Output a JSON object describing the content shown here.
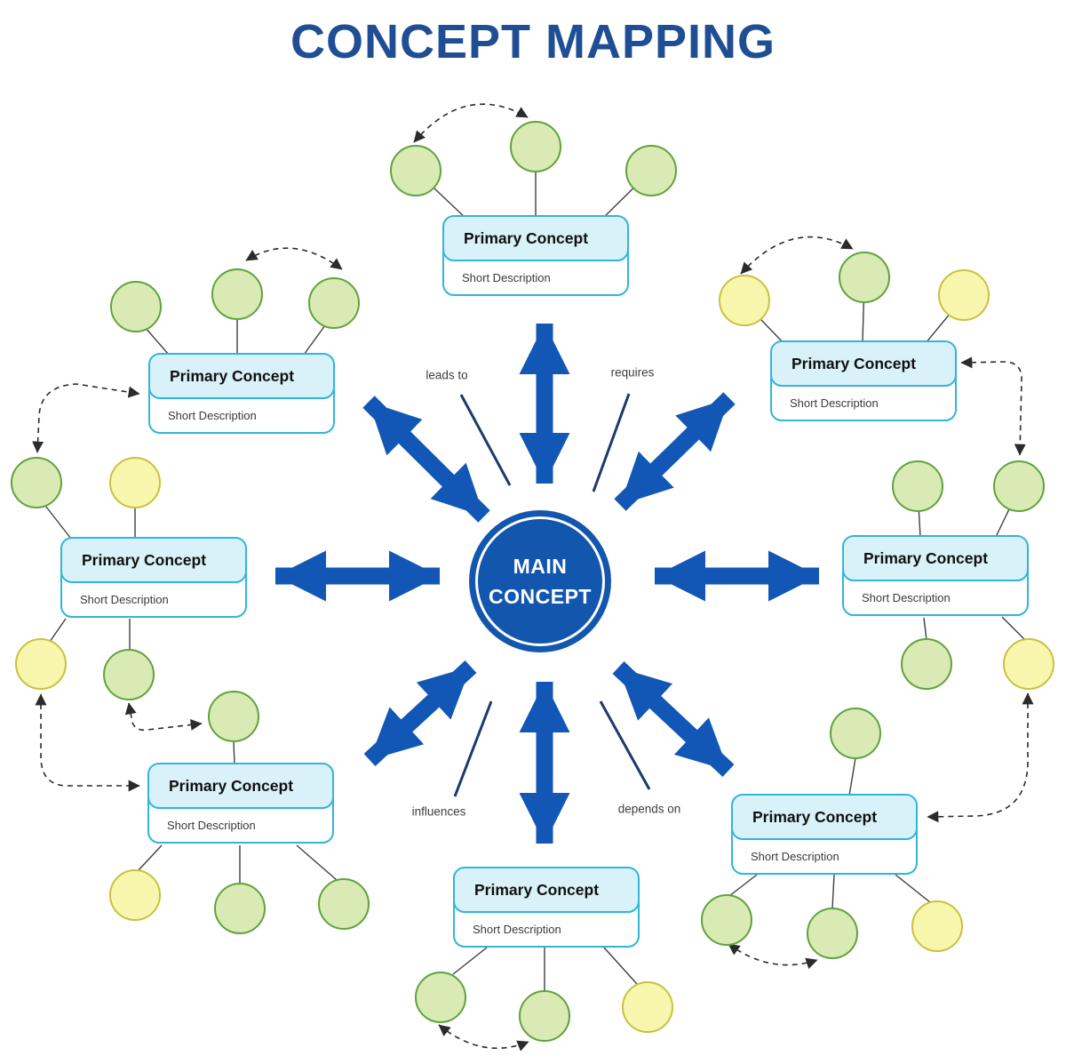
{
  "title": "CONCEPT MAPPING",
  "center": {
    "label": "MAIN CONCEPT"
  },
  "relations": {
    "top_left": "leads to",
    "top_right": "requires",
    "bottom_left": "influences",
    "bottom_right": "depends on"
  },
  "concepts": [
    {
      "position": "top",
      "title": "Primary Concept",
      "subtitle": "Short Description"
    },
    {
      "position": "top-right",
      "title": "Primary Concept",
      "subtitle": "Short Description"
    },
    {
      "position": "right",
      "title": "Primary Concept",
      "subtitle": "Short Description"
    },
    {
      "position": "bottom-right",
      "title": "Primary Concept",
      "subtitle": "Short Description"
    },
    {
      "position": "bottom",
      "title": "Primary Concept",
      "subtitle": "Short Description"
    },
    {
      "position": "bottom-left",
      "title": "Primary Concept",
      "subtitle": "Short Description"
    },
    {
      "position": "left",
      "title": "Primary Concept",
      "subtitle": "Short Description"
    },
    {
      "position": "top-left",
      "title": "Primary Concept",
      "subtitle": "Short Description"
    }
  ],
  "colors": {
    "title_blue": "#1f4e94",
    "arrow_blue": "#1257b5",
    "line_navy": "#1b3a6d",
    "center_blue": "#1356ae",
    "box_border": "#30b6da",
    "box_header_bg": "#d9f1f9",
    "green_fill": "#d9eab4",
    "green_border": "#5fa33c",
    "yellow_fill": "#f8f6ad",
    "yellow_border": "#c8c23e",
    "dashed_color": "#2b2b2b",
    "connector_color": "#3f3f3f"
  }
}
